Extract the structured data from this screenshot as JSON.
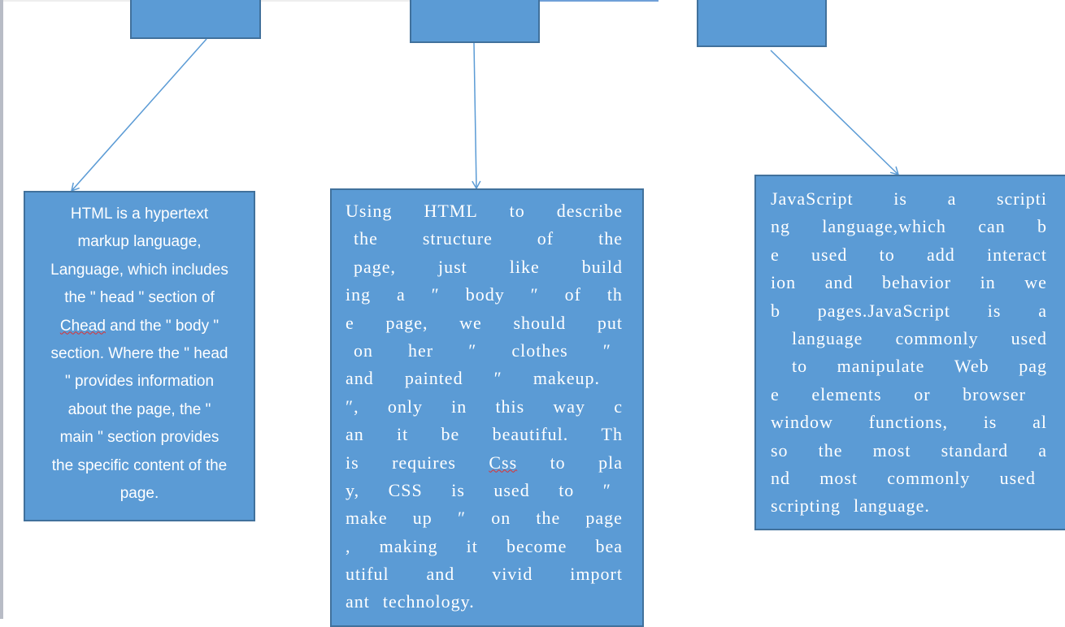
{
  "colors": {
    "box_fill": "#5b9bd5",
    "box_border": "#41719c",
    "connector": "#5b9bd5"
  },
  "top_boxes": [
    "",
    "",
    ""
  ],
  "html_box": {
    "lines": [
      "HTML is a hypertext",
      "markup language,",
      "Language, which includes",
      "the \" head \" section of",
      "Chead and the \" body \"",
      "section. Where the \" head",
      "\" provides information",
      "about the page, the \"",
      "main \" section provides",
      "the specific content of the",
      "page."
    ]
  },
  "css_box": {
    "lines": [
      "Using HTML to describe",
      "the structure of the",
      "page, just like build",
      "ing a ″ body ″ of th",
      "e page, we should put",
      "on her ″ clothes ″",
      "and painted ″ makeup.",
      "″, only in this way c",
      "an it be beautiful. Th",
      "is requires Css to pla",
      "y, CSS is used to ″",
      "make up ″ on the page",
      ", making it become bea",
      "utiful and vivid import",
      "ant technology."
    ]
  },
  "js_box": {
    "lines": [
      "JavaScript is a scripti",
      "ng language,which can b",
      "e used to add interact",
      "ion and behavior in we",
      "b pages.JavaScript is a",
      "language commonly used",
      "to manipulate Web pag",
      "e elements or browser",
      "window functions, is al",
      "so the most standard a",
      "nd most commonly used",
      "scripting language."
    ]
  }
}
